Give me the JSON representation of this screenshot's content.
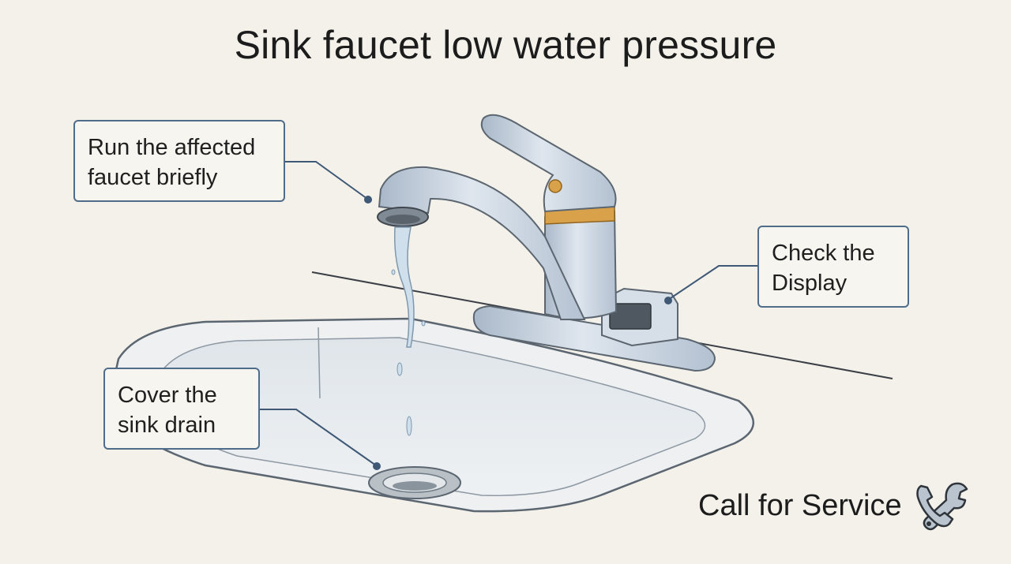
{
  "title": "Sink faucet low water pressure",
  "callouts": {
    "run_faucet": {
      "line1": "Run the affected",
      "line2": "faucet briefly"
    },
    "check_display": {
      "line1": "Check the",
      "line2": "Display"
    },
    "cover_drain": {
      "line1": "Cover the",
      "line2": "sink drain"
    }
  },
  "service": {
    "label": "Call for Service",
    "icon": "phone-wrench-icon"
  },
  "colors": {
    "background": "#f3f1ea",
    "callout_border": "#4f6c8a",
    "faucet_metal": "#c9d3df",
    "brass_ring": "#d9a24a"
  }
}
